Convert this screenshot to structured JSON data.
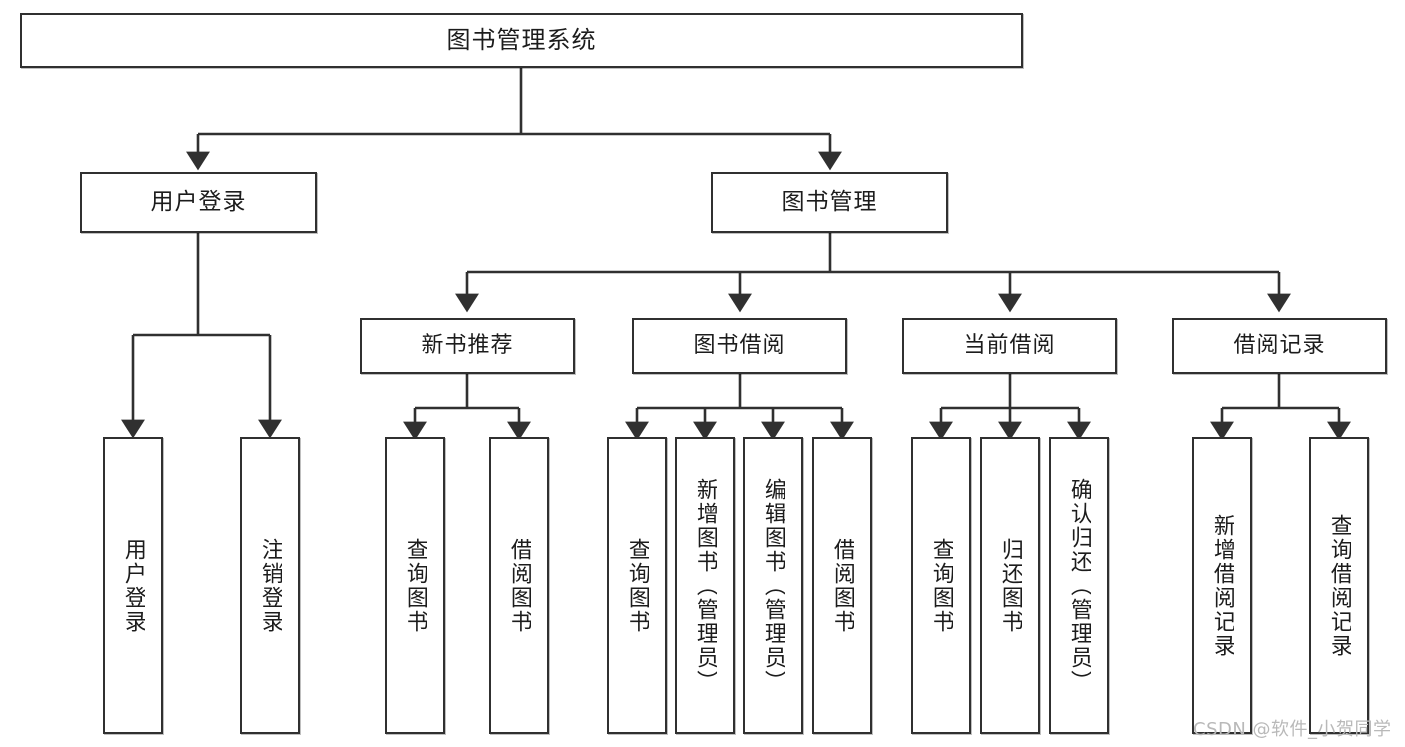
{
  "diagram": {
    "title": "图书管理系统",
    "type": "tree-hierarchy-functional-structure",
    "root": {
      "label": "图书管理系统"
    },
    "level2": [
      {
        "label": "用户登录"
      },
      {
        "label": "图书管理"
      }
    ],
    "level3": [
      {
        "label": "新书推荐"
      },
      {
        "label": "图书借阅"
      },
      {
        "label": "当前借阅"
      },
      {
        "label": "借阅记录"
      }
    ],
    "leaves": {
      "user_login": [
        {
          "label": "用户登录"
        },
        {
          "label": "注销登录"
        }
      ],
      "new_book_recommend": [
        {
          "label": "查询图书"
        },
        {
          "label": "借阅图书"
        }
      ],
      "book_borrow": [
        {
          "label": "查询图书"
        },
        {
          "label": "新增图书（管理员）"
        },
        {
          "label": "编辑图书（管理员）"
        },
        {
          "label": "借阅图书"
        }
      ],
      "current_borrow": [
        {
          "label": "查询图书"
        },
        {
          "label": "归还图书"
        },
        {
          "label": "确认归还（管理员）"
        }
      ],
      "borrow_record": [
        {
          "label": "新增借阅记录"
        },
        {
          "label": "查询借阅记录"
        }
      ]
    },
    "watermark": "CSDN @软件_小贺同学",
    "colors": {
      "stroke": "#303030",
      "fill": "#ffffff",
      "text": "#1c1c1c",
      "watermark": "#b9b9b9"
    }
  }
}
